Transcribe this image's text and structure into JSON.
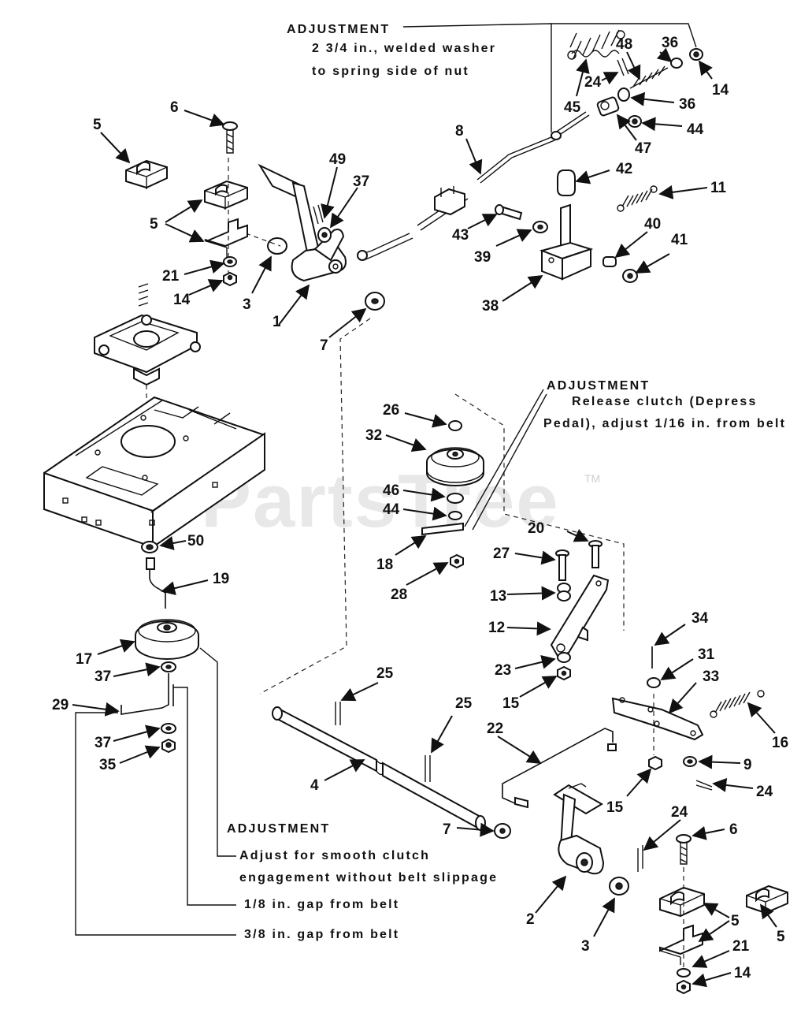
{
  "watermark": {
    "text": "PartsTree",
    "tm": "TM"
  },
  "notes": {
    "adjust_top_title": "ADJUSTMENT",
    "adjust_top_line1": "2 3/4 in., welded washer",
    "adjust_top_line2": "to spring side of nut",
    "adjust_mid_title": "ADJUSTMENT",
    "adjust_mid_line1": "Release clutch (Depress",
    "adjust_mid_line2": "Pedal), adjust 1/16 in. from belt",
    "adjust_bot_title": "ADJUSTMENT",
    "adjust_bot_line1": "Adjust for smooth clutch",
    "adjust_bot_line2": "engagement without belt slippage",
    "gap_18": "1/8 in. gap from belt",
    "gap_38": "3/8 in. gap from belt"
  },
  "callouts": {
    "c14a": "14",
    "c36a": "36",
    "c48": "48",
    "c24a": "24",
    "c45": "45",
    "c36b": "36",
    "c44a": "44",
    "c47": "47",
    "c8": "8",
    "c42": "42",
    "c11": "11",
    "c6a": "6",
    "c5a": "5",
    "c5b": "5",
    "c49": "49",
    "c37a": "37",
    "c21a": "21",
    "c14b": "14",
    "c3a": "3",
    "c1": "1",
    "c7a": "7",
    "c43": "43",
    "c39": "39",
    "c40": "40",
    "c41": "41",
    "c38": "38",
    "c26": "26",
    "c32": "32",
    "c46": "46",
    "c44b": "44",
    "c18": "18",
    "c28": "28",
    "c20": "20",
    "c27": "27",
    "c13": "13",
    "c12": "12",
    "c50": "50",
    "c19": "19",
    "c17": "17",
    "c37b": "37",
    "c29": "29",
    "c37c": "37",
    "c35": "35",
    "c23": "23",
    "c15a": "15",
    "c34": "34",
    "c31": "31",
    "c33": "33",
    "c16": "16",
    "c25a": "25",
    "c25b": "25",
    "c22": "22",
    "c9": "9",
    "c24b": "24",
    "c4": "4",
    "c15b": "15",
    "c7b": "7",
    "c24c": "24",
    "c6b": "6",
    "c2": "2",
    "c3b": "3",
    "c5c": "5",
    "c21b": "21",
    "c5d": "5",
    "c14c": "14"
  }
}
